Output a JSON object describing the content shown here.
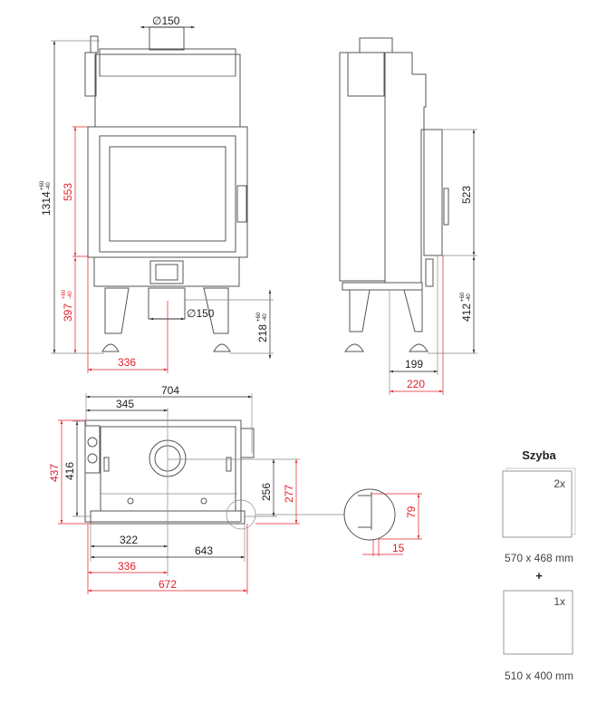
{
  "front_view": {
    "flue_top": "∅150",
    "flue_bottom": "∅150",
    "height_total": "1314",
    "height_total_tol": [
      "+60",
      "-40"
    ],
    "door_height": "553",
    "door_bottom_height": "397",
    "door_bottom_tol": [
      "+60",
      "-40"
    ],
    "flue_bottom_height": "218",
    "flue_bottom_tol": [
      "+60",
      "-40"
    ],
    "door_to_axis": "336"
  },
  "side_view": {
    "door_height": "523",
    "door_bottom_height": "412",
    "door_bottom_tol": [
      "+60",
      "-40"
    ],
    "depth_axis": "199",
    "depth_axis_door": "220"
  },
  "top_view": {
    "width_total": "704",
    "axis_from_left": "345",
    "depth": "416",
    "depth_with_door": "437",
    "axis_depth": "256",
    "axis_depth_door": "277",
    "axis_left_body": "322",
    "body_width": "643",
    "axis_left_door": "336",
    "door_width": "672",
    "detail_height": "79",
    "detail_width": "15"
  },
  "glass": {
    "title": "Szyba",
    "pane1_count": "2x",
    "pane1_size": "570 x 468 mm",
    "plus": "+",
    "pane2_count": "1x",
    "pane2_size": "510 x 400 mm"
  }
}
